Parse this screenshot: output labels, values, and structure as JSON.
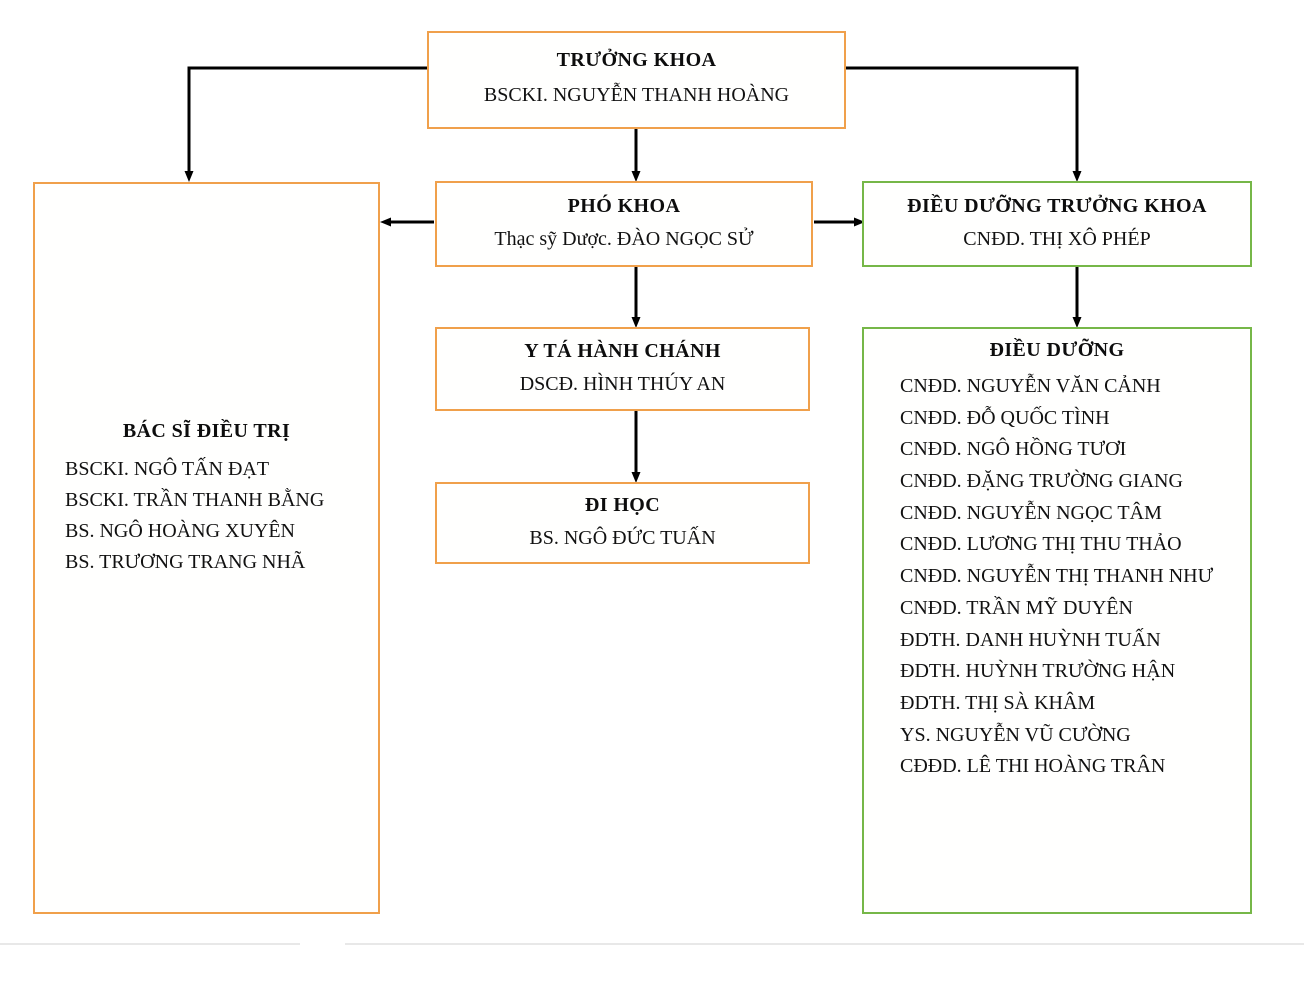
{
  "diagram": {
    "type": "organizational-chart",
    "colors": {
      "orange_border": "#F0A04B",
      "green_border": "#76B748",
      "connector": "#000000",
      "text": "#111111"
    },
    "nodes": {
      "truong_khoa": {
        "title": "TRƯỞNG KHOA",
        "person": "BSCKI. NGUYỄN THANH HOÀNG"
      },
      "pho_khoa": {
        "title": "PHÓ KHOA",
        "person": "Thạc sỹ Dược. ĐÀO NGỌC SỬ"
      },
      "dieu_duong_truong_khoa": {
        "title": "ĐIỀU DƯỠNG TRƯỞNG KHOA",
        "person": "CNĐD. THỊ XÔ PHÉP"
      },
      "y_ta_hanh_chanh": {
        "title": "Y TÁ HÀNH CHÁNH",
        "person": "DSCĐ. HÌNH THÚY AN"
      },
      "di_hoc": {
        "title": "ĐI HỌC",
        "person": "BS. NGÔ ĐỨC TUẤN"
      },
      "bac_si_dieu_tri": {
        "title": "BÁC SĨ ĐIỀU TRỊ",
        "members": [
          "BSCKI. NGÔ TẤN ĐẠT",
          "BSCKI. TRẦN THANH BẰNG",
          "BS. NGÔ HOÀNG XUYÊN",
          "BS. TRƯƠNG TRANG NHÃ"
        ]
      },
      "dieu_duong": {
        "title": "ĐIỀU DƯỠNG",
        "members": [
          "CNĐD. NGUYỄN VĂN CẢNH",
          "CNĐD. ĐỖ QUỐC TÌNH",
          "CNĐD. NGÔ HỒNG TƯƠI",
          "CNĐD. ĐẶNG TRƯỜNG GIANG",
          "CNĐD. NGUYỄN NGỌC TÂM",
          "CNĐD. LƯƠNG THỊ THU THẢO",
          "CNĐD. NGUYỄN THỊ THANH NHƯ",
          "CNĐD. TRẦN MỸ DUYÊN",
          "ĐDTH. DANH HUỲNH TUẤN",
          "ĐDTH. HUỲNH TRƯỜNG HẬN",
          "ĐDTH. THỊ SÀ KHÂM",
          "YS. NGUYỄN VŨ CƯỜNG",
          "CĐĐD. LÊ THI HOÀNG TRÂN"
        ]
      }
    }
  }
}
